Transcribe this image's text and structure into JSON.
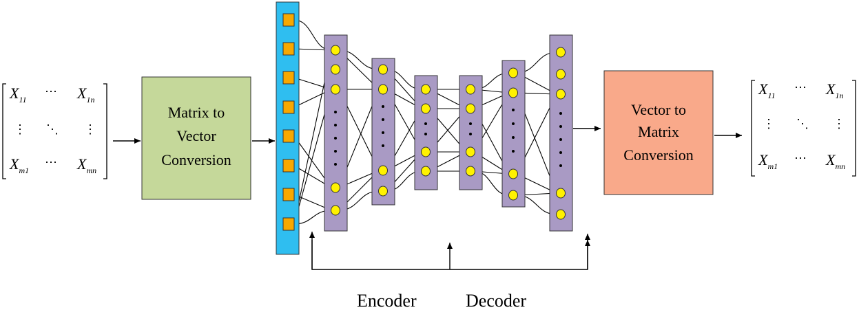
{
  "input_matrix": {
    "top_left": {
      "sym": "X",
      "sub": "11"
    },
    "top_mid": "⋯",
    "top_right": {
      "sym": "X",
      "sub": "1n"
    },
    "mid_left": "⋮",
    "mid_mid": "⋱",
    "mid_right": "⋮",
    "bot_left": {
      "sym": "X",
      "sub": "m1"
    },
    "bot_mid": "⋯",
    "bot_right": {
      "sym": "X",
      "sub": "mn"
    }
  },
  "output_matrix": {
    "top_left": {
      "sym": "X",
      "sub": "11"
    },
    "top_mid": "⋯",
    "top_right": {
      "sym": "X",
      "sub": "1n"
    },
    "mid_left": "⋮",
    "mid_mid": "⋱",
    "mid_right": "⋮",
    "bot_left": {
      "sym": "X",
      "sub": "m1"
    },
    "bot_mid": "⋯",
    "bot_right": {
      "sym": "X",
      "sub": "mn"
    }
  },
  "m2v_box": {
    "lines": [
      "Matrix to",
      "Vector",
      "Conversion"
    ],
    "fill": "#c5d89a"
  },
  "v2m_box": {
    "lines": [
      "Vector to",
      "Matrix",
      "Conversion"
    ],
    "fill": "#f9a98a"
  },
  "colors": {
    "input_column": "#2fbef0",
    "input_node": "#f8a800",
    "layer": "#a99ac4",
    "neuron": "#fff200"
  },
  "captions": {
    "encoder": "Encoder",
    "decoder": "Decoder"
  }
}
